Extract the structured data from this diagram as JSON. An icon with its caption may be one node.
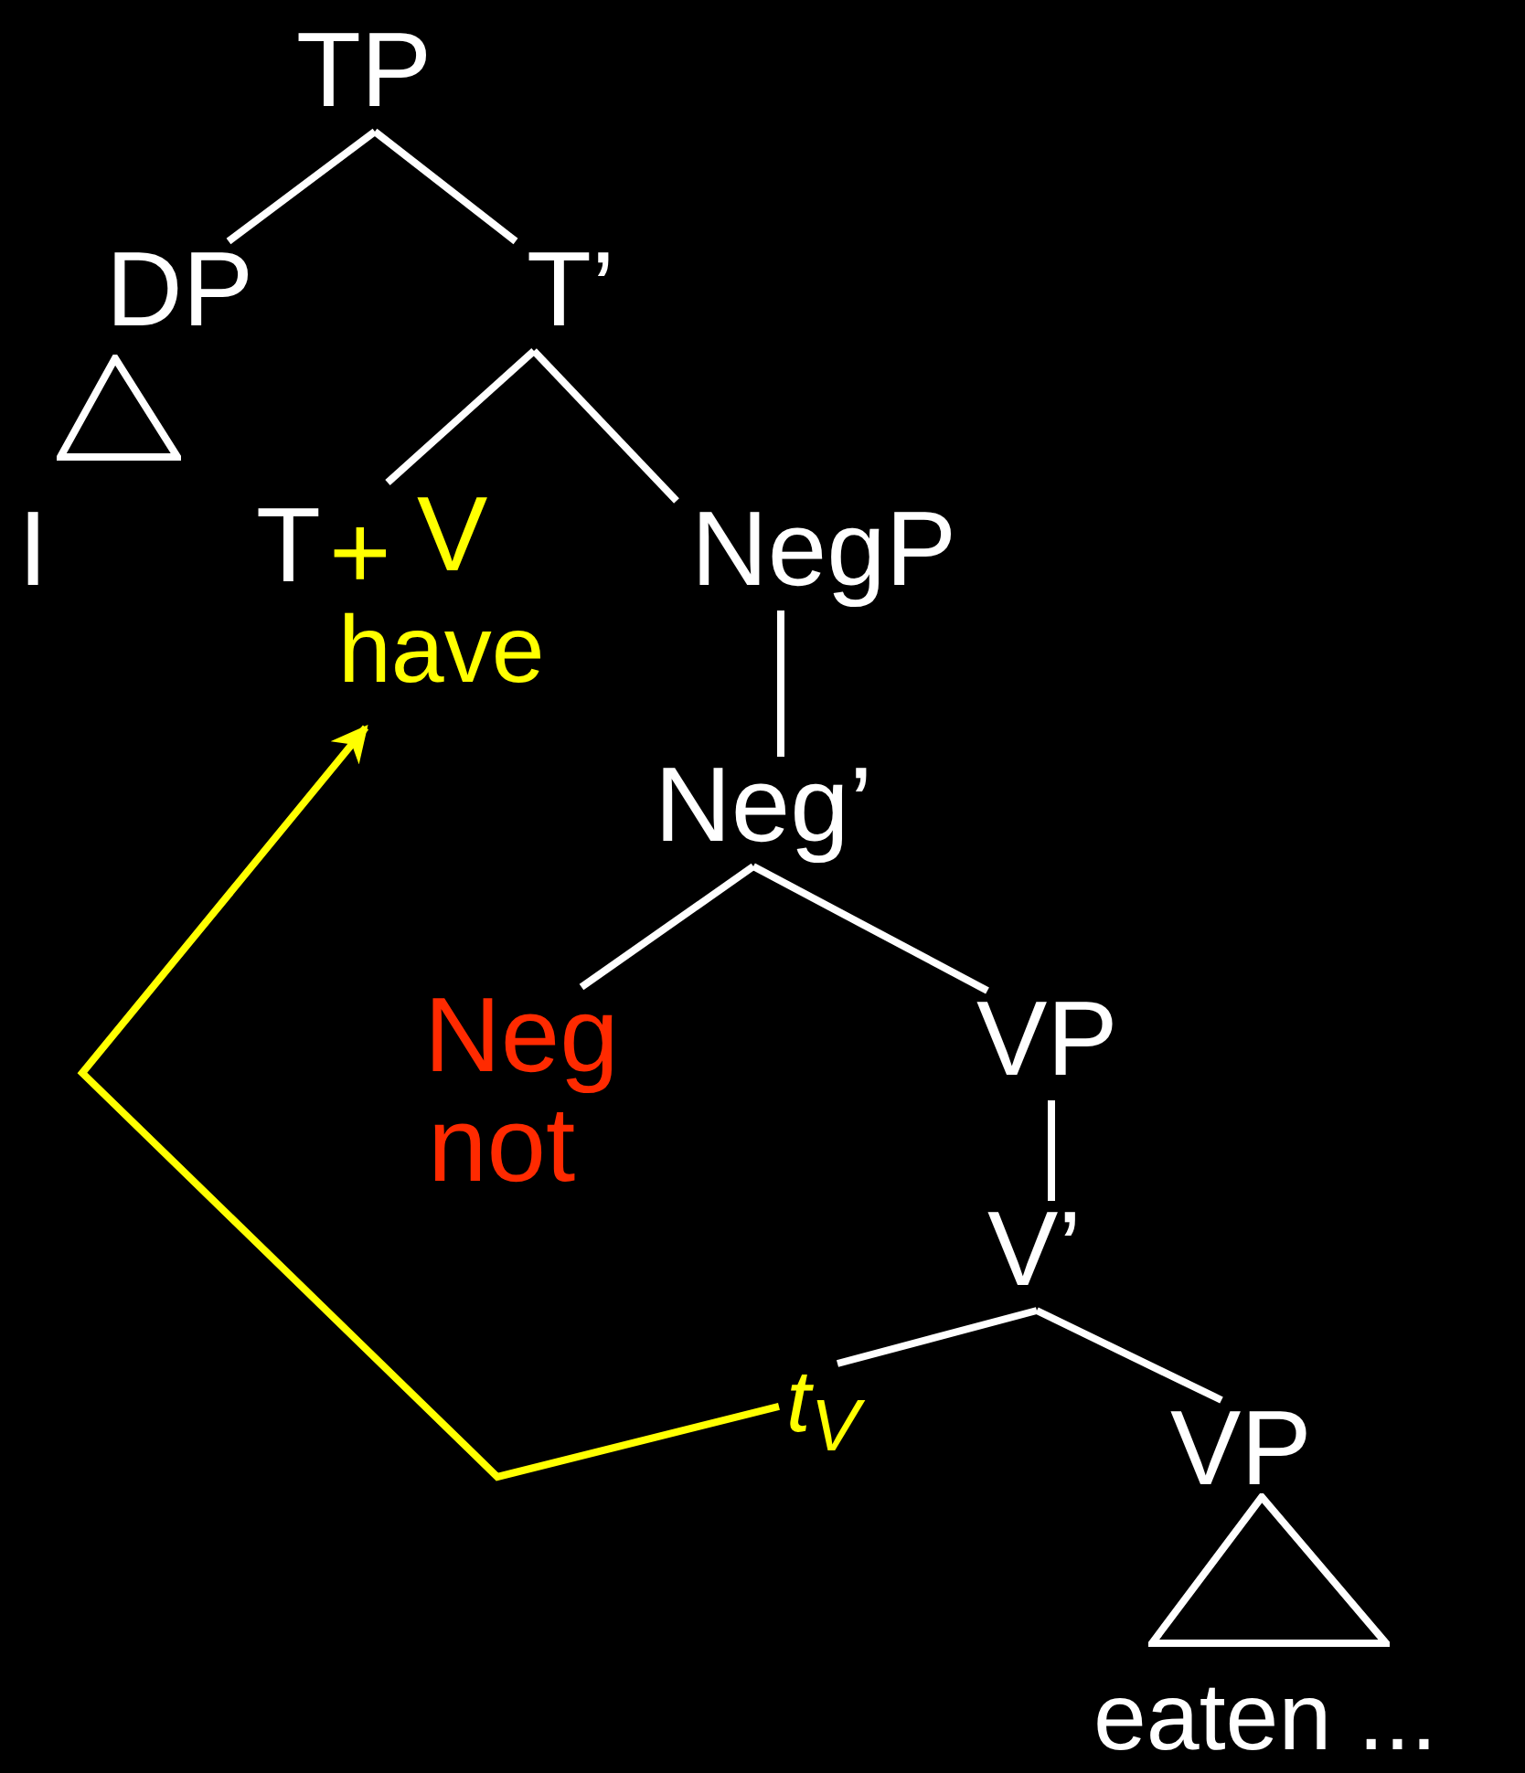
{
  "diagram": {
    "nodes": [
      {
        "text": [
          "TP"
        ]
      },
      {
        "text": [
          "DP"
        ]
      },
      {
        "text": [
          "T’"
        ]
      },
      {
        "text": [
          "I"
        ]
      },
      {
        "text": [
          "T",
          "+",
          "V",
          "have"
        ]
      },
      {
        "text": [
          "NegP"
        ]
      },
      {
        "text": [
          "Neg’"
        ]
      },
      {
        "text": [
          "Neg",
          "not"
        ]
      },
      {
        "text": [
          "VP"
        ]
      },
      {
        "text": [
          "V’"
        ]
      },
      {
        "text": [
          "t$_{V}$"
        ]
      },
      {
        "text": [
          "VP"
        ]
      },
      {
        "text": [
          "eaten ..."
        ]
      },
      {
        "text": [],
        "shape": "triangle"
      },
      {
        "text": [],
        "shape": "triangle"
      }
    ],
    "edges": [
      {
        "from": 0,
        "to": 1,
        "arrow": "none"
      },
      {
        "from": 0,
        "to": 2,
        "arrow": "none"
      },
      {
        "from": 2,
        "to": 4,
        "arrow": "none"
      },
      {
        "from": 2,
        "to": 5,
        "arrow": "none"
      },
      {
        "from": 5,
        "to": 6,
        "arrow": "none"
      },
      {
        "from": 6,
        "to": 7,
        "arrow": "none"
      },
      {
        "from": 6,
        "to": 8,
        "arrow": "none"
      },
      {
        "from": 8,
        "to": 9,
        "arrow": "none"
      },
      {
        "from": 9,
        "to": 10,
        "arrow": "none"
      },
      {
        "from": 9,
        "to": 11,
        "arrow": "none"
      },
      {
        "from": 10,
        "to": 4,
        "arrow": "to",
        "color": "#ffff00"
      }
    ]
  }
}
